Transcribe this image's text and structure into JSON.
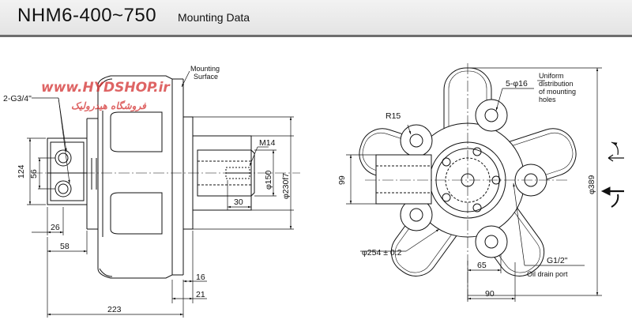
{
  "header": {
    "title": "NHM6-400~750",
    "subtitle": "Mounting Data"
  },
  "watermark": {
    "url": "www.HYDSHOP.ir",
    "persian": "فروشگاه هیدرولیک"
  },
  "left_view": {
    "labels": {
      "thread": "2-G3/4\"",
      "mounting_surface": "Mounting\nSurface",
      "m14": "M14",
      "d124": "124",
      "d56": "56",
      "d26": "26",
      "d58": "58",
      "d30": "30",
      "phi150": "φ150",
      "phi230": "φ230f7",
      "d16": "16",
      "d21": "21",
      "d223": "223"
    }
  },
  "right_view": {
    "labels": {
      "r15": "R15",
      "holes": "5-φ16",
      "uniform": "Uniform\ndistribution\nof mounting\nholes",
      "d99": "99",
      "phi389": "φ389",
      "phi254": "φ254 ± 0.2",
      "d65": "65",
      "g12": "G1/2\"",
      "oil_drain": "Oil drain port",
      "d90": "90"
    }
  },
  "colors": {
    "line": "#111111",
    "watermark": "#d33030",
    "header_bg": "#ebebeb",
    "header_rule": "#6e6e6e"
  }
}
